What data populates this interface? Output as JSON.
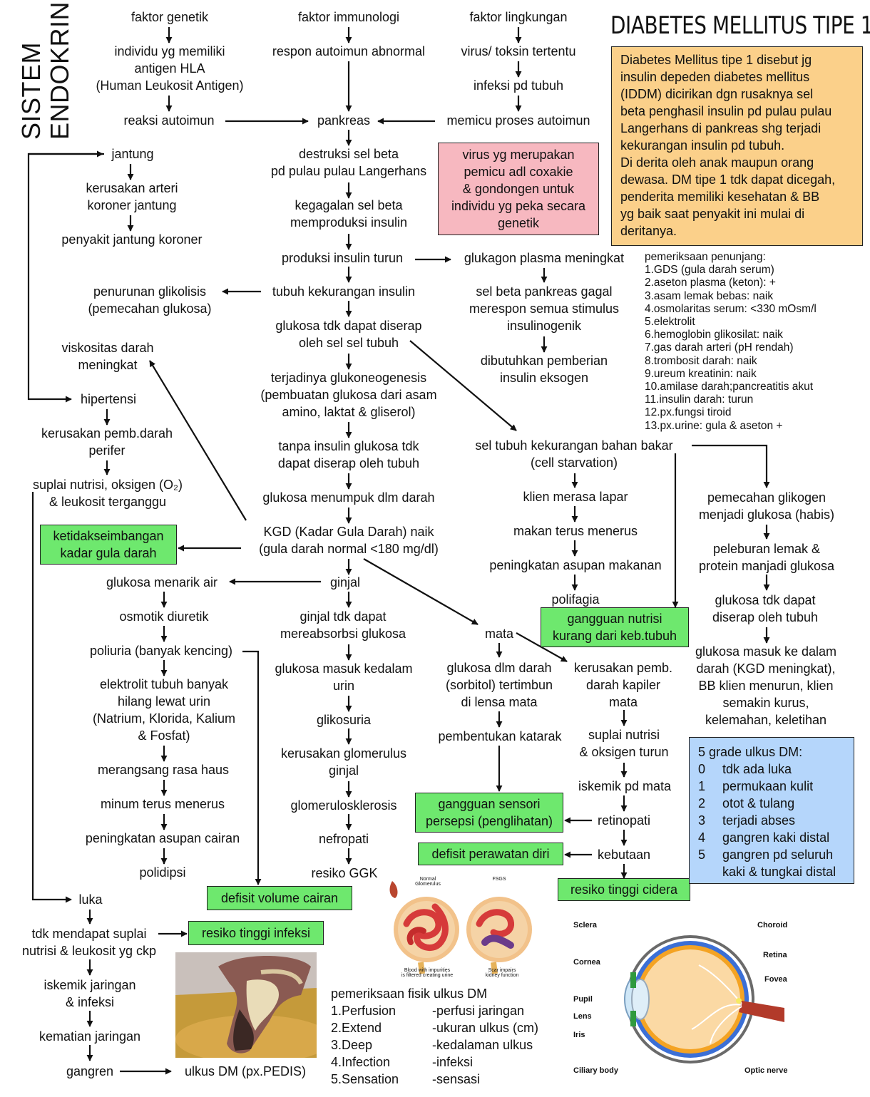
{
  "title": "DIABETES MELLITUS TIPE 1",
  "side_title": [
    "SISTEM",
    "ENDOKRIN"
  ],
  "definition": [
    "Diabetes Mellitus tipe 1 disebut jg",
    "insulin depeden diabetes mellitus",
    "(IDDM) dicirikan dgn rusaknya sel",
    "beta penghasil insulin pd pulau pulau",
    "Langerhans di pankreas shg terjadi",
    "kekurangan insulin pd tubuh.",
    "Di derita oleh anak maupun orang",
    "dewasa. DM tipe 1 tdk dapat dicegah,",
    "penderita memiliki kesehatan & BB",
    "yg baik saat penyakit ini mulai di",
    "deritanya."
  ],
  "virus_note": [
    "virus yg merupakan",
    "pemicu adl coxakie",
    "& gondongen untuk",
    "individu yg peka secara",
    "genetik"
  ],
  "nodes": {
    "faktor_genetik": [
      "faktor genetik"
    ],
    "faktor_imun": [
      "faktor immunologi"
    ],
    "faktor_ling": [
      "faktor lingkungan"
    ],
    "hla": [
      "individu yg memiliki",
      "antigen HLA",
      "(Human Leukosit Antigen)"
    ],
    "respon": [
      "respon autoimun abnormal"
    ],
    "virus": [
      "virus/ toksin tertentu"
    ],
    "infeksi": [
      "infeksi pd tubuh"
    ],
    "reaksi": [
      "reaksi autoimun"
    ],
    "pankreas": [
      "pankreas"
    ],
    "memicu": [
      "memicu proses autoimun"
    ],
    "jantung": [
      "jantung"
    ],
    "kerusakan_arteri": [
      "kerusakan arteri",
      "koroner jantung"
    ],
    "pjk": [
      "penyakit jantung koroner"
    ],
    "destruksi": [
      "destruksi sel beta",
      "pd pulau pulau Langerhans"
    ],
    "kegagalan": [
      "kegagalan sel beta",
      "memproduksi insulin"
    ],
    "produksi": [
      "produksi insulin turun"
    ],
    "glukagon": [
      "glukagon plasma meningkat"
    ],
    "penurunan": [
      "penurunan glikolisis",
      "(pemecahan glukosa)"
    ],
    "kekurangan": [
      "tubuh kekurangan insulin"
    ],
    "selbeta": [
      "sel beta pankreas gagal",
      "merespon semua stimulus",
      "insulinogenik"
    ],
    "tdkserap": [
      "glukosa tdk dapat diserap",
      "oleh sel sel tubuh"
    ],
    "eksogen": [
      "dibutuhkan pemberian",
      "insulin eksogen"
    ],
    "viskositas": [
      "viskositas darah",
      "meningkat"
    ],
    "hipertensi": [
      "hipertensi"
    ],
    "glukoneo": [
      "terjadinya glukoneogenesis",
      "(pembuatan glukosa dari asam",
      "amino, laktat & gliserol)"
    ],
    "pembdarah": [
      "kerusakan pemb.darah",
      "perifer"
    ],
    "tanpa": [
      "tanpa insulin glukosa tdk",
      "dapat diserap oleh tubuh"
    ],
    "starvation": [
      "sel tubuh kekurangan bahan bakar",
      "(cell starvation)"
    ],
    "suplai": [
      "suplai nutrisi, oksigen (O₂)",
      "& leukosit terganggu"
    ],
    "menumpuk": [
      "glukosa menumpuk dlm darah"
    ],
    "lapar": [
      "klien merasa lapar"
    ],
    "glikogen": [
      "pemecahan glikogen",
      "menjadi glukosa (habis)"
    ],
    "kgd": [
      "KGD (Kadar Gula Darah) naik",
      "(gula darah normal <180 mg/dl)"
    ],
    "makan": [
      "makan terus menerus"
    ],
    "peleburan": [
      "peleburan lemak &",
      "protein manjadi glukosa"
    ],
    "asupan": [
      "peningkatan asupan makanan"
    ],
    "menarik": [
      "glukosa menarik air"
    ],
    "ginjal": [
      "ginjal"
    ],
    "polifagia": [
      "polifagia"
    ],
    "tdkdapat": [
      "glukosa tdk dapat",
      "diserap oleh tubuh"
    ],
    "osmotik": [
      "osmotik diuretik"
    ],
    "reabsorbsi": [
      "ginjal tdk dapat",
      "mereabsorbsi glukosa"
    ],
    "mata": [
      "mata"
    ],
    "poliuria": [
      "poliuria (banyak kencing)"
    ],
    "masukdarah": [
      "glukosa masuk ke dalam",
      "darah (KGD meningkat),",
      "BB klien menurun, klien",
      "semakin kurus,",
      "kelemahan, keletihan"
    ],
    "sorbitol": [
      "glukosa dlm darah",
      "(sorbitol) tertimbun",
      "di lensa mata"
    ],
    "kapiler": [
      "kerusakan pemb.",
      "darah kapiler",
      "mata"
    ],
    "elektrolit": [
      "elektrolit tubuh banyak",
      "hilang lewat urin",
      "(Natrium, Klorida, Kalium",
      "& Fosfat)"
    ],
    "urin": [
      "glukosa masuk kedalam",
      "urin"
    ],
    "glikosuria": [
      "glikosuria"
    ],
    "katarak": [
      "pembentukan katarak"
    ],
    "suplaimata": [
      "suplai nutrisi",
      "& oksigen turun"
    ],
    "glomerulus": [
      "kerusakan glomerulus",
      "ginjal"
    ],
    "haus": [
      "merangsang rasa haus"
    ],
    "iskemikmata": [
      "iskemik pd mata"
    ],
    "minum": [
      "minum terus menerus"
    ],
    "glomeruloskl": [
      "glomerulosklerosis"
    ],
    "retinopati": [
      "retinopati"
    ],
    "cairan": [
      "peningkatan asupan cairan"
    ],
    "nefropati": [
      "nefropati"
    ],
    "kebutaan": [
      "kebutaan"
    ],
    "polidipsi": [
      "polidipsi"
    ],
    "ggk": [
      "resiko GGK"
    ],
    "luka": [
      "luka"
    ],
    "tdksuplai": [
      "tdk mendapat suplai",
      "nutrisi & leukosit yg ckp"
    ],
    "iskemikjar": [
      "iskemik jaringan",
      "& infeksi"
    ],
    "kematian": [
      "kematian jaringan"
    ],
    "gangren": [
      "gangren"
    ],
    "ulkus": [
      "ulkus DM (px.PEDIS)"
    ]
  },
  "diagnoses": {
    "dx_kgd": [
      "ketidakseimbangan",
      "kadar gula darah"
    ],
    "dx_nutrisi": [
      "gangguan nutrisi",
      "kurang dari keb.tubuh"
    ],
    "dx_sensori": [
      "gangguan sensori",
      "persepsi (penglihatan)"
    ],
    "dx_perawatan": [
      "defisit perawatan diri"
    ],
    "dx_cidera": [
      "resiko tinggi cidera"
    ],
    "dx_cairan": [
      "defisit volume cairan"
    ],
    "dx_infeksi": [
      "resiko tinggi infeksi"
    ]
  },
  "penunjang": {
    "title": "pemeriksaan penunjang:",
    "items": [
      "1.GDS (gula darah serum)",
      "2.aseton plasma (keton): +",
      "3.asam lemak bebas: naik",
      "4.osmolaritas serum: <330 mOsm/l",
      "5.elektrolit",
      "6.hemoglobin glikosilat: naik",
      "7.gas darah arteri (pH rendah)",
      "8.trombosit darah: naik",
      "9.ureum kreatinin: naik",
      "10.amilase darah;pancreatitis akut",
      "11.insulin darah: turun",
      "12.px.fungsi tiroid",
      "13.px.urine: gula & aseton +"
    ]
  },
  "ulkus_grade": {
    "title": "5 grade ulkus DM:",
    "rows": [
      [
        "0",
        "tdk ada luka"
      ],
      [
        "1",
        "permukaan kulit"
      ],
      [
        "2",
        "otot & tulang"
      ],
      [
        "3",
        "terjadi abses"
      ],
      [
        "4",
        "gangren kaki distal"
      ],
      [
        "5",
        "gangren pd seluruh"
      ],
      [
        "",
        "kaki & tungkai distal"
      ]
    ]
  },
  "fisik": {
    "title": "pemeriksaan fisik ulkus DM",
    "rows": [
      [
        "1.Perfusion",
        "-perfusi jaringan"
      ],
      [
        "2.Extend",
        "-ukuran ulkus (cm)"
      ],
      [
        "3.Deep",
        "-kedalaman ulkus"
      ],
      [
        "4.Infection",
        "-infeksi"
      ],
      [
        "5.Sensation",
        "-sensasi"
      ]
    ]
  },
  "kidney_labels": {
    "normal_head": [
      "Normal",
      "Glomerulus"
    ],
    "fsgs_head": [
      "FSGS"
    ],
    "normal_foot": [
      "Blood with impurities",
      "is filtered creating urine"
    ],
    "fsgs_foot": [
      "Scar impairs",
      "kidney function"
    ]
  },
  "eye_labels": {
    "sclera": "Sclera",
    "cornea": "Cornea",
    "pupil": "Pupil",
    "lens": "Lens",
    "iris": "Iris",
    "ciliary": "Ciliary body",
    "choroid": "Choroid",
    "retina": "Retina",
    "fovea": "Fovea",
    "optic": "Optic nerve"
  },
  "colors": {
    "green": "#6ee86e",
    "pink": "#f7b8c0",
    "orange": "#fbd08a",
    "blue": "#b5d6fb"
  }
}
